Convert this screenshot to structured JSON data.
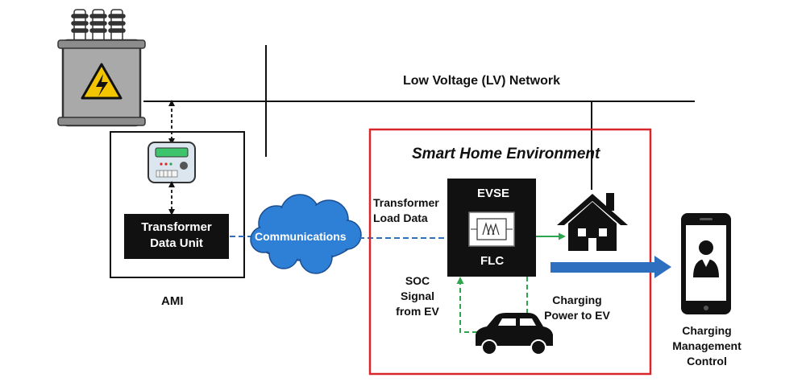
{
  "labels": {
    "lv_network": "Low Voltage (LV) Network",
    "smart_home": "Smart Home Environment",
    "transformer_data_unit_line1": "Transformer",
    "transformer_data_unit_line2": "Data Unit",
    "ami": "AMI",
    "communications": "Communications",
    "transformer_load_data_line1": "Transformer",
    "transformer_load_data_line2": "Load Data",
    "evse": "EVSE",
    "flc": "FLC",
    "soc_line1": "SOC",
    "soc_line2": "Signal",
    "soc_line3": "from EV",
    "charging_power_line1": "Charging",
    "charging_power_line2": "Power to EV",
    "cmc_line1": "Charging",
    "cmc_line2": "Management",
    "cmc_line3": "Control"
  },
  "colors": {
    "smart_home_border": "#d9262b",
    "data_flow": "#2f6fc0",
    "control_flow": "#2ea44f",
    "cloud": "#2e7fd6",
    "transformer_body": "#a9a9a9",
    "warning_fill": "#f2c500"
  },
  "icons": [
    "transformer-icon",
    "smart-meter-icon",
    "cloud-icon",
    "house-icon",
    "car-icon",
    "smartphone-icon",
    "user-icon",
    "lightning-icon"
  ]
}
